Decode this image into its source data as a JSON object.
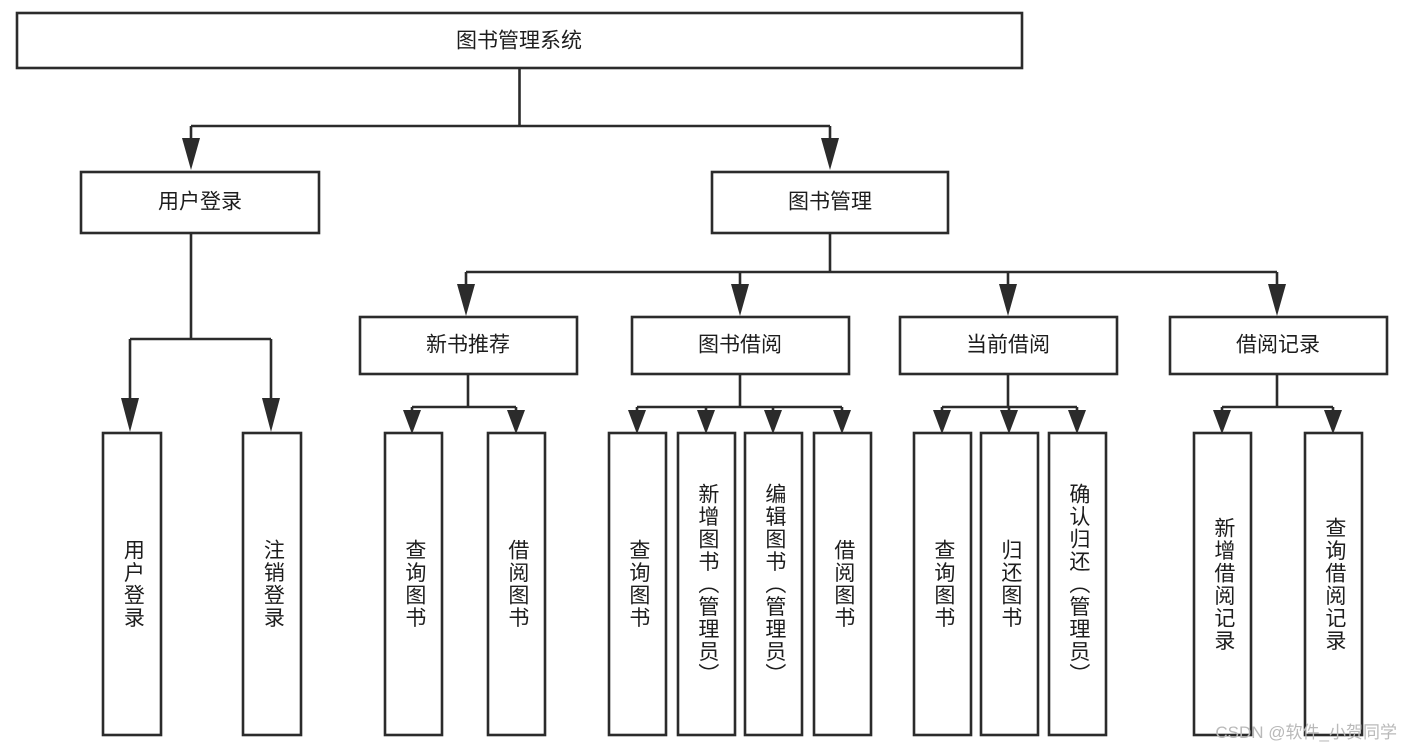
{
  "diagram": {
    "type": "tree",
    "title": "图书管理系统",
    "watermark": "CSDN @软件_小贺同学",
    "colors": {
      "stroke": "#2b2b2b",
      "box_fill": "#ffffff",
      "text": "#1d1d1d",
      "background": "#ffffff",
      "watermark": "#b9b9b9"
    },
    "levels": {
      "root": "图书管理系统",
      "level2": [
        "用户登录",
        "图书管理"
      ],
      "level3": [
        "新书推荐",
        "图书借阅",
        "当前借阅",
        "借阅记录"
      ],
      "level4": [
        "用户登录",
        "注销登录",
        "查询图书",
        "借阅图书",
        "查询图书",
        "新增图书（管理员）",
        "编辑图书（管理员）",
        "借阅图书",
        "查询图书",
        "归还图书",
        "确认归还（管理员）",
        "新增借阅记录",
        "查询借阅记录"
      ]
    },
    "nodes": {
      "root": {
        "label": "图书管理系统"
      },
      "user_login": {
        "label": "用户登录"
      },
      "book_mgmt": {
        "label": "图书管理"
      },
      "new_book_rec": {
        "label": "新书推荐"
      },
      "book_borrow": {
        "label": "图书借阅"
      },
      "current_borrow": {
        "label": "当前借阅"
      },
      "borrow_record": {
        "label": "借阅记录"
      },
      "leaf_user_login": {
        "label": "用户登录"
      },
      "leaf_logout": {
        "label": "注销登录"
      },
      "leaf_query_book_1": {
        "label": "查询图书"
      },
      "leaf_borrow_book_1": {
        "label": "借阅图书"
      },
      "leaf_query_book_2": {
        "label": "查询图书"
      },
      "leaf_add_book_admin": {
        "label": "新增图书（管理员）"
      },
      "leaf_edit_book_admin": {
        "label": "编辑图书（管理员）"
      },
      "leaf_borrow_book_2": {
        "label": "借阅图书"
      },
      "leaf_query_book_3": {
        "label": "查询图书"
      },
      "leaf_return_book": {
        "label": "归还图书"
      },
      "leaf_confirm_return_admin": {
        "label": "确认归还（管理员）"
      },
      "leaf_add_borrow_record": {
        "label": "新增借阅记录"
      },
      "leaf_query_borrow_record": {
        "label": "查询借阅记录"
      }
    }
  }
}
